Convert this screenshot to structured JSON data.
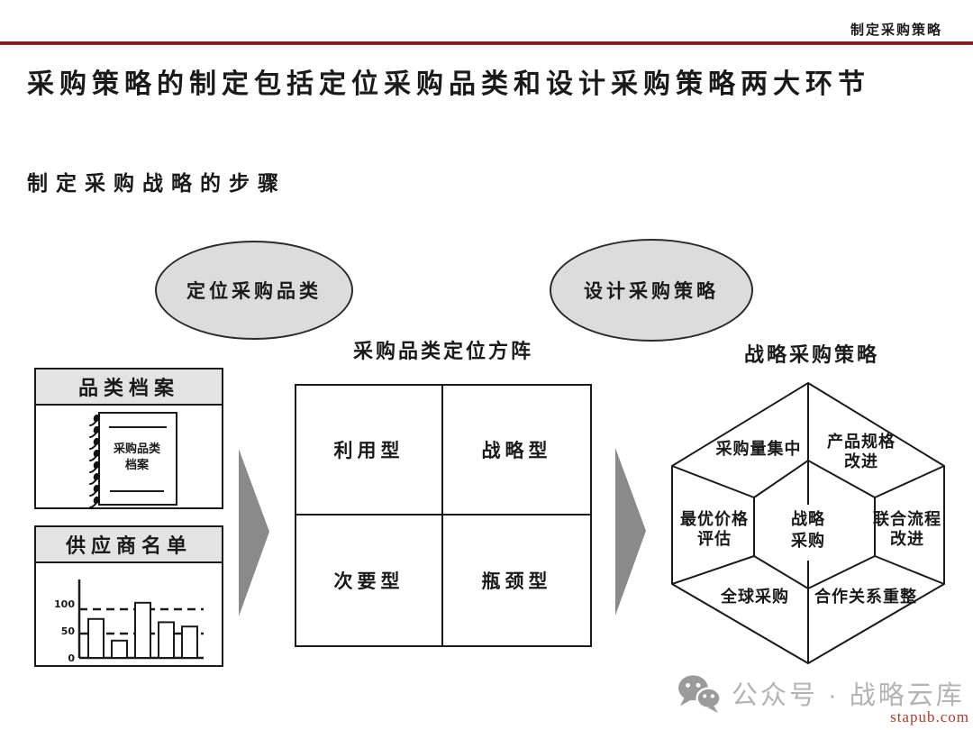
{
  "page": {
    "header_tag": "制定采购策略",
    "title": "采购策略的制定包括定位采购品类和设计采购策略两大环节",
    "subtitle": "制定采购战略的步骤",
    "accent_color": "#7d1f1f"
  },
  "flow": {
    "step1_bubble": "定位采购品类",
    "step2_bubble": "设计采购策略",
    "matrix_title": "采购品类定位方阵",
    "hexagon_title": "战略采购策略"
  },
  "category_profile_box": {
    "header": "品类档案",
    "notebook_line1": "采购品类",
    "notebook_line2": "档案"
  },
  "supplier_list_box": {
    "header": "供应商名单",
    "chart_data": {
      "type": "bar",
      "categories": [
        "",
        "",
        "",
        "",
        ""
      ],
      "values": [
        72,
        32,
        102,
        66,
        58
      ],
      "yticks": [
        100,
        50,
        0
      ],
      "dashed_lines": [
        90,
        45
      ],
      "ylim": [
        0,
        110
      ],
      "title": "",
      "xlabel": "",
      "ylabel": ""
    }
  },
  "matrix": {
    "cells": [
      {
        "label": "利用型"
      },
      {
        "label": "战略型"
      },
      {
        "label": "次要型"
      },
      {
        "label": "瓶颈型"
      }
    ]
  },
  "hexagon": {
    "center": {
      "line1": "战略",
      "line2": "采购"
    },
    "segments": [
      {
        "line1": "采购量集中",
        "line2": ""
      },
      {
        "line1": "产品规格",
        "line2": "改进"
      },
      {
        "line1": "最优价格",
        "line2": "评估"
      },
      {
        "line1": "联合流程",
        "line2": "改进"
      },
      {
        "line1": "全球采购",
        "line2": ""
      },
      {
        "line1": "合作关系重整",
        "line2": ""
      }
    ]
  },
  "footer": {
    "watermark": "公众号 · 战略云库",
    "site": "stapub.com"
  }
}
